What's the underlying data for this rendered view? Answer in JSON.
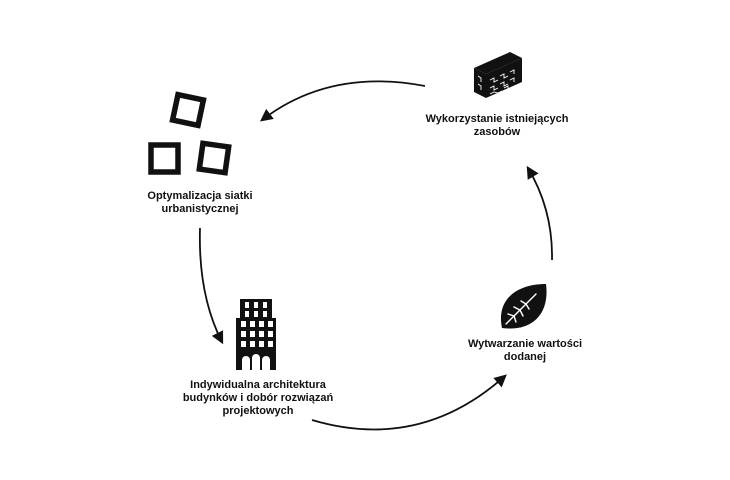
{
  "nodes": [
    {
      "id": "resources",
      "icon": "brick-icon",
      "lines": [
        "Wykorzystanie istniejących",
        "zasobów"
      ]
    },
    {
      "id": "grid",
      "icon": "squares-icon",
      "lines": [
        "Optymalizacja siatki",
        "urbanistycznej"
      ]
    },
    {
      "id": "architecture",
      "icon": "building-icon",
      "lines": [
        "Indywidualna architektura",
        "budynków i dobór rozwiązań",
        "projektowych"
      ]
    },
    {
      "id": "value",
      "icon": "leaf-icon",
      "lines": [
        "Wytwarzanie wartości",
        "dodanej"
      ]
    }
  ],
  "colors": {
    "ink": "#111111",
    "background": "#ffffff"
  }
}
